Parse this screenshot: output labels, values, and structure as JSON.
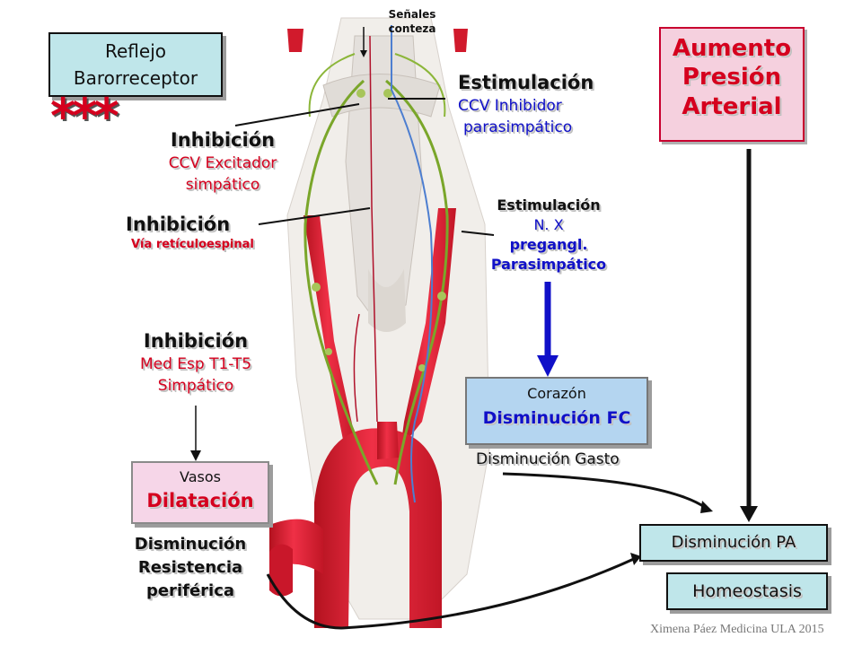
{
  "title_box": {
    "line1": "Reflejo",
    "line2": "Barorreceptor"
  },
  "stars": "***",
  "top_label": {
    "line1": "Señales",
    "line2": "conteza"
  },
  "aumento": {
    "line1": "Aumento",
    "line2": "Presión",
    "line3": "Arterial"
  },
  "inhib1": {
    "head": "Inhibición",
    "line1": "CCV Excitador",
    "line2": "simpático"
  },
  "inhib2": {
    "head": "Inhibición",
    "line1": "Vía retículoespinal"
  },
  "inhib3": {
    "head": "Inhibición",
    "line1": "Med Esp T1-T5",
    "line2": "Simpático"
  },
  "estim1": {
    "head": "Estimulación",
    "line1": "CCV Inhibidor",
    "line2": "parasimpático"
  },
  "estim2": {
    "head": "Estimulación",
    "line1": "N. X",
    "line2": "pregangl.",
    "line3": "Parasimpático"
  },
  "corazon": {
    "line1": "Corazón",
    "line2": "Disminución FC"
  },
  "gasto": "Disminución Gasto",
  "vasos": {
    "line1": "Vasos",
    "line2": "Dilatación"
  },
  "resistencia": {
    "line1": "Disminución",
    "line2": "Resistencia",
    "line3": "periférica"
  },
  "dism_pa": "Disminución PA",
  "homeostasis": "Homeostasis",
  "credit": "Ximena Páez Medicina ULA 2015",
  "colors": {
    "red_text": "#d5001e",
    "blue_text": "#1010c8",
    "artery": "#e3243a",
    "nerve": "#7aa62a"
  }
}
